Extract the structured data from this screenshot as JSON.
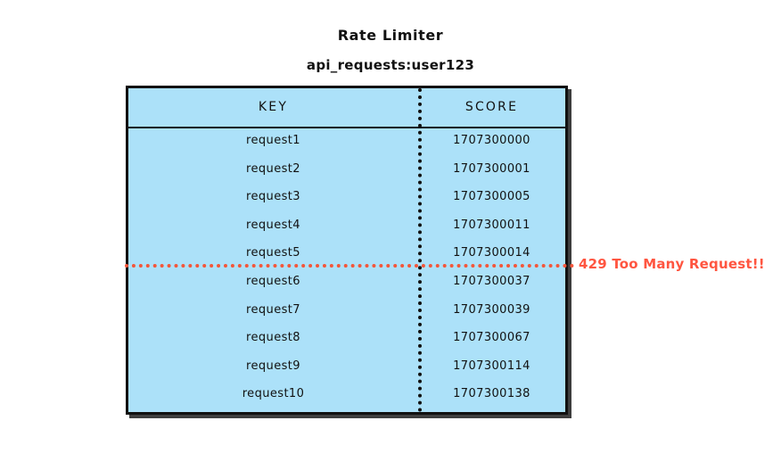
{
  "title": "Rate Limiter",
  "subtitle": "api_requests:user123",
  "colors": {
    "table_fill": "#ACE1F9",
    "table_border": "#111111",
    "limit_accent": "#FF5540",
    "text": "#111111",
    "page_background": "#FFFFFF"
  },
  "table": {
    "columns": [
      "KEY",
      "SCORE"
    ],
    "rows": [
      {
        "key": "request1",
        "score": "1707300000"
      },
      {
        "key": "request2",
        "score": "1707300001"
      },
      {
        "key": "request3",
        "score": "1707300005"
      },
      {
        "key": "request4",
        "score": "1707300011"
      },
      {
        "key": "request5",
        "score": "1707300014"
      },
      {
        "key": "request6",
        "score": "1707300037"
      },
      {
        "key": "request7",
        "score": "1707300039"
      },
      {
        "key": "request8",
        "score": "1707300067"
      },
      {
        "key": "request9",
        "score": "1707300114"
      },
      {
        "key": "request10",
        "score": "1707300138"
      }
    ]
  },
  "limit_marker": {
    "label": "429 Too Many Request!!",
    "after_row_index": 4
  }
}
